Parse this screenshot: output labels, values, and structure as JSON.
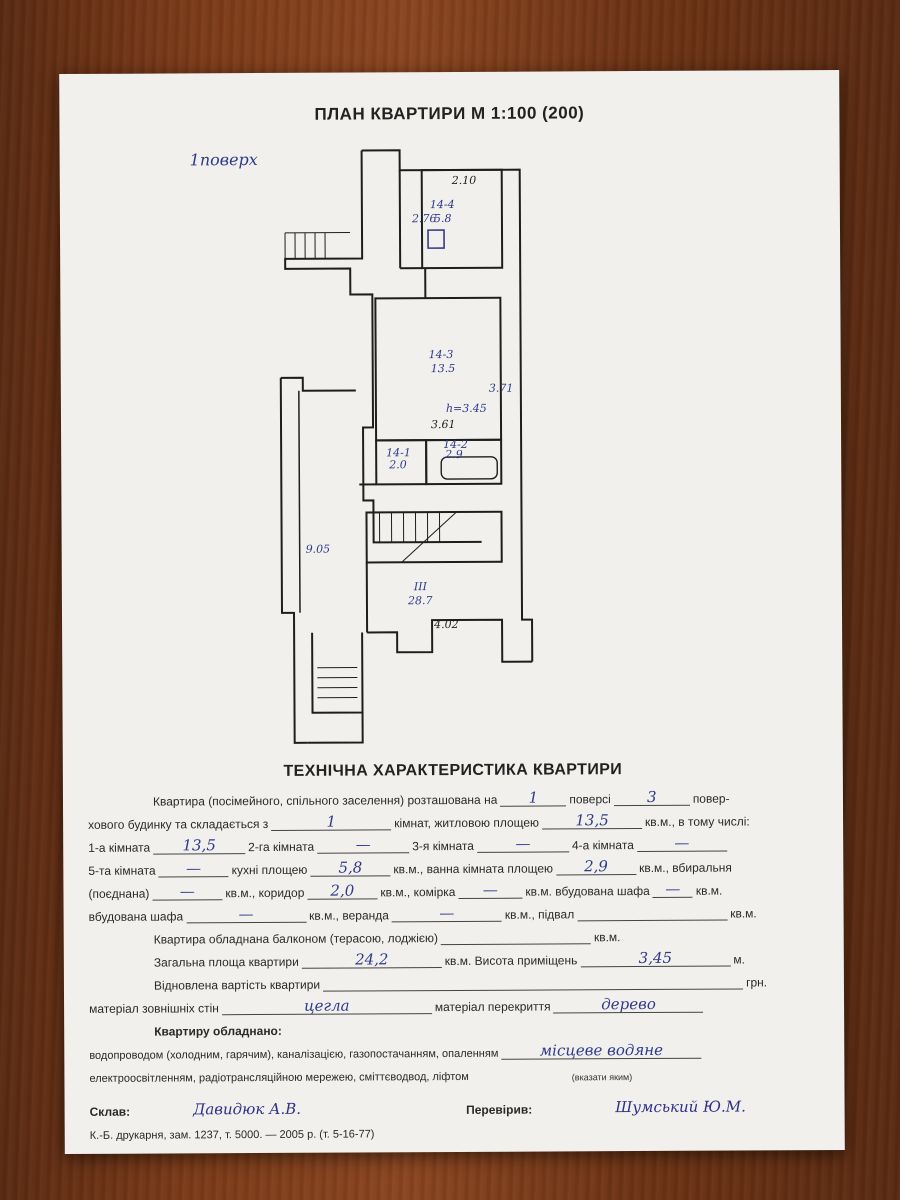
{
  "plan": {
    "title": "ПЛАН КВАРТИРИ М 1:100 (200)",
    "floor_note": "1поверх",
    "labels": {
      "wc_dim_top": "2.10",
      "wc_dim_side": "2.76",
      "wc_num": "14-4",
      "wc_area": "5.8",
      "room_num": "14-3",
      "room_area": "13.5",
      "room_dim_side": "3.71",
      "room_height": "h=3.45",
      "room_dim_bottom": "3.61",
      "hall_num": "14-1",
      "hall_area": "2.0",
      "bath_num": "14-2",
      "bath_area": "2.9",
      "stair_num": "III",
      "stair_area": "28.7",
      "stair_dim_bottom": "4.02",
      "stair_dim_side": "9.05"
    }
  },
  "tech": {
    "title": "ТЕХНІЧНА ХАРАКТЕРИСТИКА КВАРТИРИ",
    "r1": {
      "a": "Квартира (посімейного, спільного заселення) розташована на",
      "floor": "1",
      "b": "поверсі",
      "floors": "3",
      "c": "повер-"
    },
    "r2": {
      "a": "хового будинку та складається з",
      "rooms": "1",
      "b": "кімнат, житловою площею",
      "living": "13,5",
      "c": "кв.м., в тому числі:"
    },
    "r3": {
      "a": "1-а кімната",
      "v1": "13,5",
      "b": "2-га кімната",
      "v2": "—",
      "c": "3-я кімната",
      "v3": "—",
      "d": "4-а кімната",
      "v4": "—"
    },
    "r4": {
      "a": "5-та кімната",
      "v5": "—",
      "b": "кухні площею",
      "kitchen": "5,8",
      "c": "кв.м., ванна кімната площею",
      "bath": "2,9",
      "d": "кв.м., вбиральня"
    },
    "r5": {
      "a": "(поєднана)",
      "wc": "—",
      "b": "кв.м., коридор",
      "corridor": "2,0",
      "c": "кв.м., комірка",
      "storage": "—",
      "d": "кв.м. вбудована шафа",
      "closet": "—",
      "e": "кв.м."
    },
    "r6": {
      "a": "вбудована шафа",
      "closet2": "—",
      "b": "кв.м., веранда",
      "veranda": "—",
      "c": "кв.м., підвал",
      "basement": "",
      "d": "кв.м."
    },
    "r7": {
      "a": "Квартира обладнана балконом (терасою, лоджією)",
      "balcony": "",
      "b": "кв.м."
    },
    "r8": {
      "a": "Загальна площа квартири",
      "total": "24,2",
      "b": "кв.м. Висота приміщень",
      "height": "3,45",
      "c": "м."
    },
    "r9": {
      "a": "Відновлена вартість квартири",
      "cost": "",
      "b": "грн."
    },
    "r10": {
      "a": "матеріал зовнішніх стін",
      "walls": "цегла",
      "b": "матеріал перекриття",
      "ceiling": "дерево"
    },
    "r11": {
      "a": "Квартиру обладнано:"
    },
    "r12": {
      "a": "водопроводом (холодним, гарячим), каналізацією, газопостачанням, опаленням",
      "heating": "місцеве водяне"
    },
    "r13": {
      "a": "електроосвітленням, радіотрансляційною мережею, сміттєводвод, ліфтом",
      "note": "(вказати яким)"
    },
    "r14": {
      "a": "Склав:",
      "compiled": "Давидюк А.В.",
      "b": "Перевірив:",
      "checked": "Шумський Ю.М."
    },
    "r15": {
      "a": "К.-Б. друкарня, зам. 1237, т. 5000. — 2005 р. (т. 5-16-77)"
    }
  }
}
